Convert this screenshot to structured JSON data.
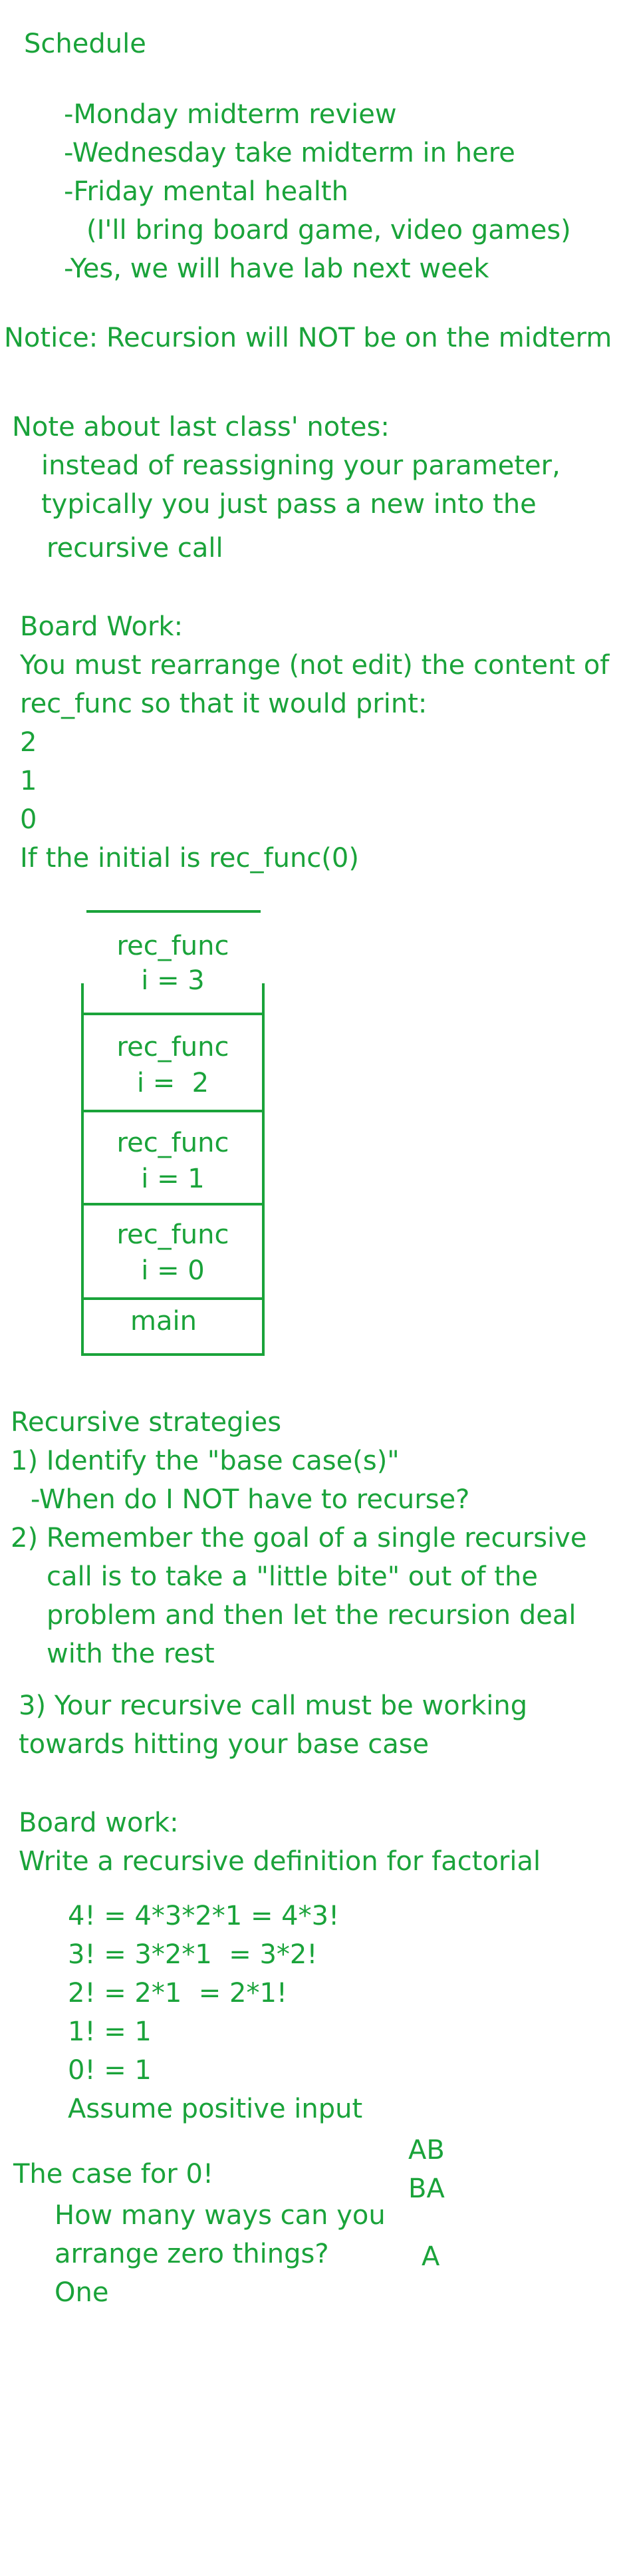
{
  "ink_color": "#1aa33a",
  "schedule": {
    "heading": "Schedule",
    "items": [
      "-Monday midterm review",
      "-Wednesday take midterm in here",
      "-Friday mental health",
      "(I'll bring board game, video games)",
      "-Yes, we will have lab next week"
    ]
  },
  "notice": "Notice: Recursion will NOT be on the midterm",
  "note": {
    "heading": "Note about last class' notes:",
    "lines": [
      "instead of reassigning your parameter,",
      "typically you just pass a new into the",
      "recursive call"
    ]
  },
  "board_work_1": {
    "heading": "Board Work:",
    "lines": [
      "You must rearrange (not edit) the content of",
      "rec_func so that it would print:",
      "2",
      "1",
      "0",
      "If the initial is rec_func(0)"
    ]
  },
  "call_stack": {
    "frames": [
      {
        "name": "rec_func",
        "value": "i = 3"
      },
      {
        "name": "rec_func",
        "value": "i =  2"
      },
      {
        "name": "rec_func",
        "value": "i = 1"
      },
      {
        "name": "rec_func",
        "value": "i = 0"
      }
    ],
    "base": "main"
  },
  "strategies": {
    "heading": "Recursive strategies",
    "lines": [
      "1) Identify the \"base case(s)\"",
      "-When do I NOT have to recurse?",
      "2) Remember the goal of a single recursive",
      "call is to take a \"little bite\" out of the",
      "problem and then let the recursion deal",
      "with the rest",
      "3) Your recursive call must be working",
      "towards hitting your base case"
    ]
  },
  "board_work_2": {
    "heading": "Board work:",
    "prompt": "Write a recursive definition for factorial",
    "lines": [
      "4! = 4*3*2*1 = 4*3!",
      "3! = 3*2*1  = 3*2!",
      "2! = 2*1  = 2*1!",
      "1! = 1",
      "0! = 1",
      "Assume positive input"
    ]
  },
  "zero_case": {
    "heading": "The case for 0!",
    "lines": [
      "How many ways can you",
      "arrange zero things?",
      "One"
    ],
    "side_notes": [
      "AB",
      "BA",
      "A"
    ]
  }
}
